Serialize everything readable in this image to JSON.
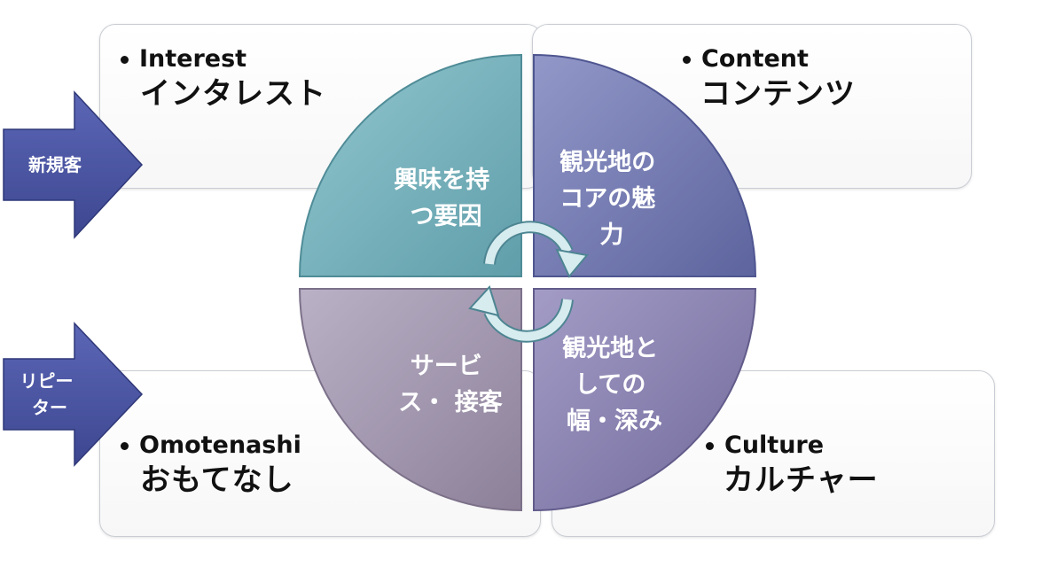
{
  "quadrants": {
    "top_left": {
      "en": "Interest",
      "jp": "インタレスト",
      "segment": [
        "興味を持",
        "つ要因"
      ]
    },
    "top_right": {
      "en": "Content",
      "jp": "コンテンツ",
      "segment": [
        "観光地の",
        "コアの魅",
        "力"
      ]
    },
    "bottom_left": {
      "en": "Omotenashi",
      "jp": "おもてなし",
      "segment": [
        "サービ",
        "ス・ 接客"
      ]
    },
    "bottom_right": {
      "en": "Culture",
      "jp": "カルチャー",
      "segment": [
        "観光地と",
        "しての",
        "幅・深み"
      ]
    }
  },
  "arrows": {
    "new_customer": [
      "新規客"
    ],
    "repeater": [
      "リピー",
      "ター"
    ]
  },
  "colors": {
    "segment_top_left": "#7fb7c1",
    "segment_top_right": "#7f86b8",
    "segment_bottom_left": "#a79cb4",
    "segment_bottom_right": "#8f88b6",
    "arrow_fill": "#4a55a2",
    "cycle_ring": "#c9e2e6"
  }
}
